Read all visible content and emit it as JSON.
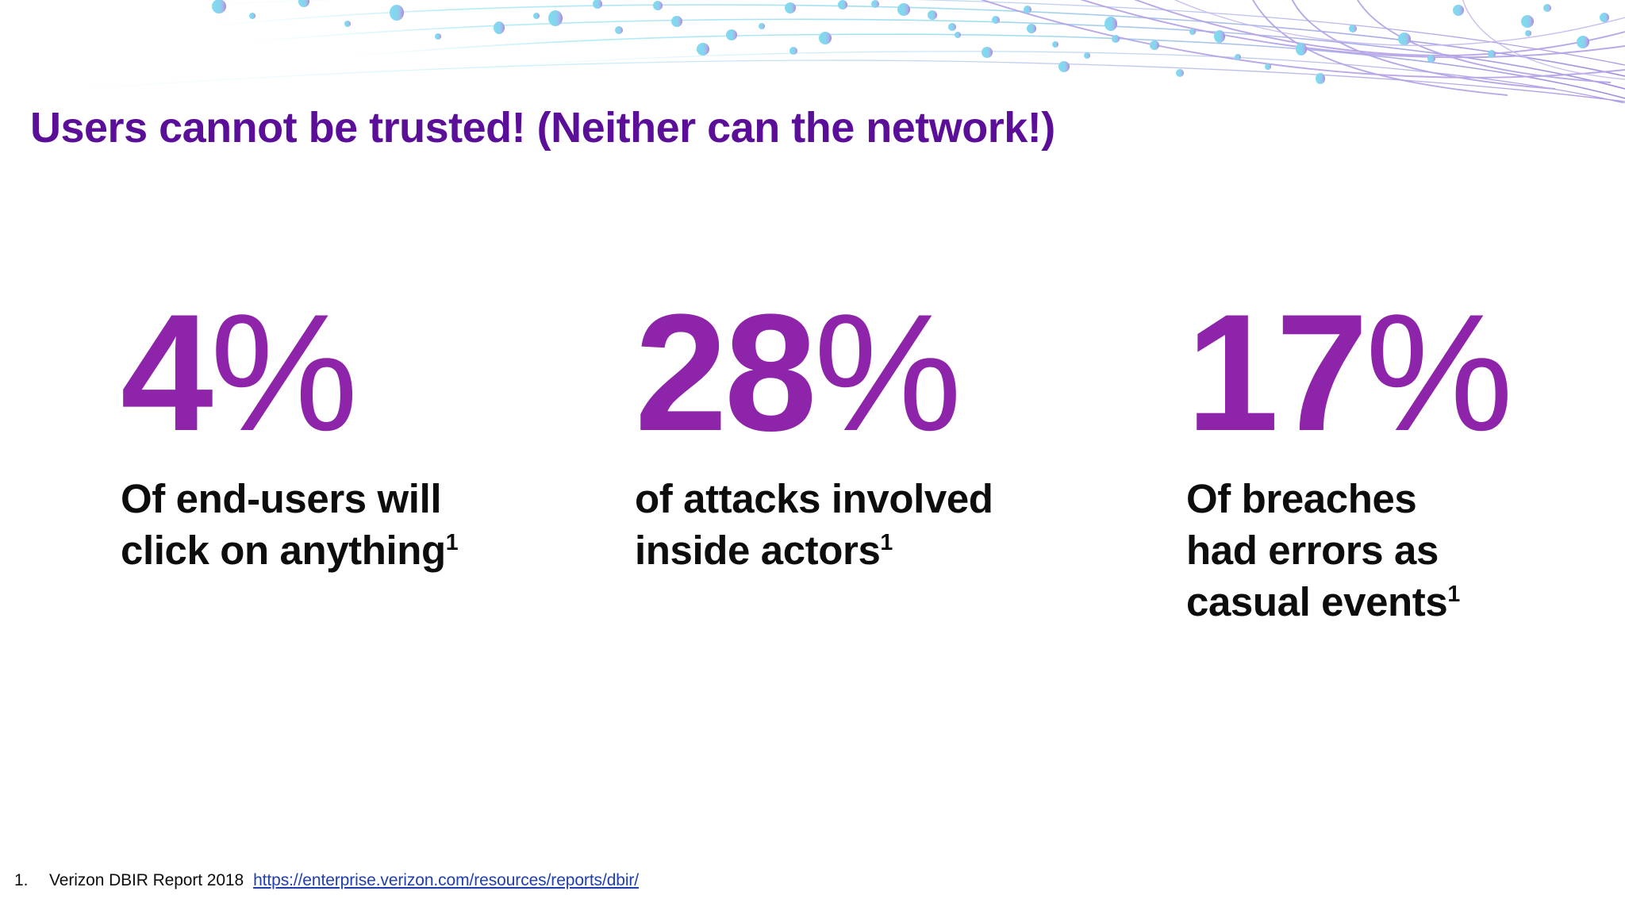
{
  "slide": {
    "title": "Users cannot be trusted! (Neither can the network!)",
    "title_color": "#5B0F98",
    "background_color": "#FFFFFF"
  },
  "theme": {
    "stat_purple": "#8E24AA",
    "title_purple": "#5B0F98",
    "caption_black": "#0D0D0D",
    "link_blue": "#1F3FAF",
    "decor_cyan": "#7FDCEF",
    "decor_lavender": "#B5A7E6"
  },
  "decoration": {
    "name": "network-swoosh-graphic",
    "description": "curved connected-dot network lines across the top edge, cyan on the left fading to lavender-purple on the right"
  },
  "stats": [
    {
      "digits": "4",
      "percent_symbol": "%",
      "value": 4,
      "unit": "%",
      "caption": "Of end-users will\nclick on anything",
      "footnote_marker": "1"
    },
    {
      "digits": "28",
      "percent_symbol": "%",
      "value": 28,
      "unit": "%",
      "caption": "of attacks involved\ninside actors",
      "footnote_marker": "1"
    },
    {
      "digits": "17",
      "percent_symbol": "%",
      "value": 17,
      "unit": "%",
      "caption": "Of breaches\nhad errors as\ncasual events",
      "footnote_marker": "1"
    }
  ],
  "footnote": {
    "number": "1.",
    "source": "Verizon DBIR Report 2018",
    "link_text": "https://enterprise.verizon.com/resources/reports/dbir/"
  }
}
